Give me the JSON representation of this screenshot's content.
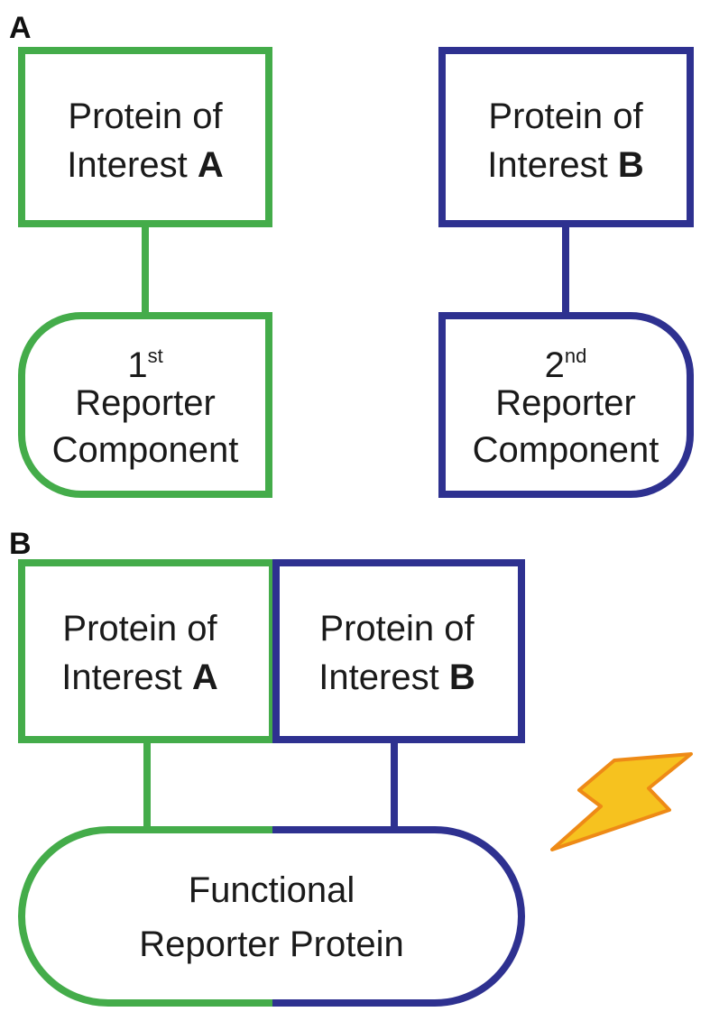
{
  "colors": {
    "green": "#44ac4a",
    "blue": "#2e3190",
    "bolt_fill": "#f6c21f",
    "bolt_stroke": "#ee8a16"
  },
  "panel_a": {
    "letter": "A",
    "protein_a": {
      "line1": "Protein of",
      "line2": "Interest",
      "letter": "A"
    },
    "protein_b": {
      "line1": "Protein of",
      "line2": "Interest",
      "letter": "B"
    },
    "reporter_1": {
      "number": "1",
      "suffix": "st",
      "line2": "Reporter",
      "line3": "Component"
    },
    "reporter_2": {
      "number": "2",
      "suffix": "nd",
      "line2": "Reporter",
      "line3": "Component"
    }
  },
  "panel_b": {
    "letter": "B",
    "protein_a": {
      "line1": "Protein of",
      "line2": "Interest",
      "letter": "A"
    },
    "protein_b": {
      "line1": "Protein of",
      "line2": "Interest",
      "letter": "B"
    },
    "functional": {
      "line1": "Functional",
      "line2": "Reporter Protein"
    },
    "signal_icon": "lightning-bolt-icon"
  }
}
